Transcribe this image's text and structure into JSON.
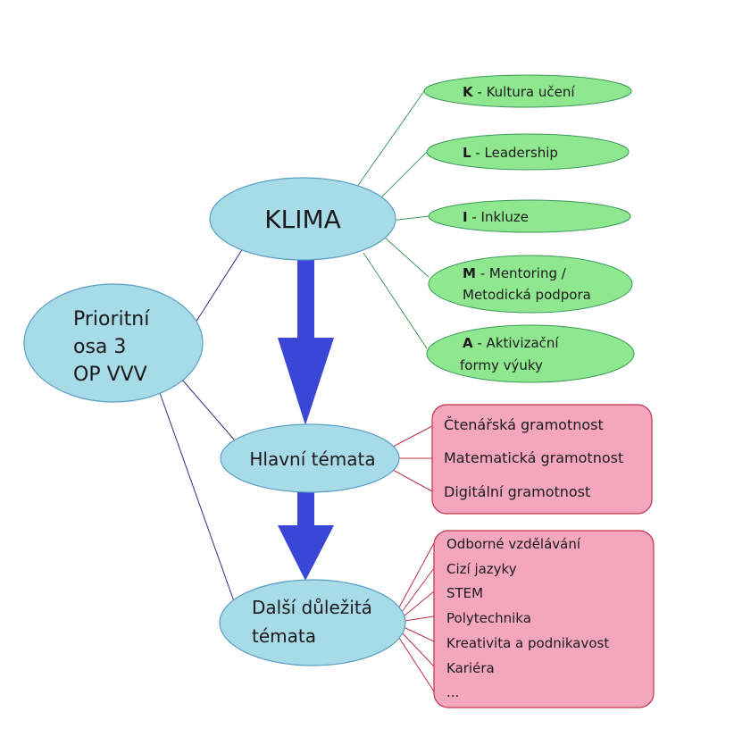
{
  "root": {
    "lines": [
      "Prioritní",
      "osa 3",
      "OP VVV"
    ]
  },
  "klima": {
    "label": "KLIMA",
    "children": [
      {
        "bold": "K",
        "text": " - Kultura učení"
      },
      {
        "bold": "L",
        "text": " - Leadership"
      },
      {
        "bold": "I",
        "text": " - Inkluze"
      },
      {
        "bold": "M",
        "text": " - Mentoring /",
        "line2": "Metodická podpora"
      },
      {
        "bold": "A",
        "text": "  - Aktivizační",
        "line2": "formy výuky"
      }
    ]
  },
  "main_topics": {
    "label": "Hlavní témata",
    "items": [
      "Čtenářská gramotnost",
      "Matematická gramotnost",
      "Digitální gramotnost"
    ]
  },
  "other_topics": {
    "lines": [
      "Další důležitá",
      "témata"
    ],
    "items": [
      "Odborné vzdělávání",
      "Cizí jazyky",
      "STEM",
      "Polytechnika",
      "Kreativita a podnikavost",
      "Kariéra",
      "..."
    ]
  },
  "colors": {
    "blue_node": "#a7dbe8",
    "green_node": "#8fe88f",
    "pink_box": "#f5a6bf",
    "arrow": "#3a46d6",
    "green_line": "#3d9a5a",
    "red_line": "#c0304a",
    "navy_line": "#2c2f7a"
  }
}
